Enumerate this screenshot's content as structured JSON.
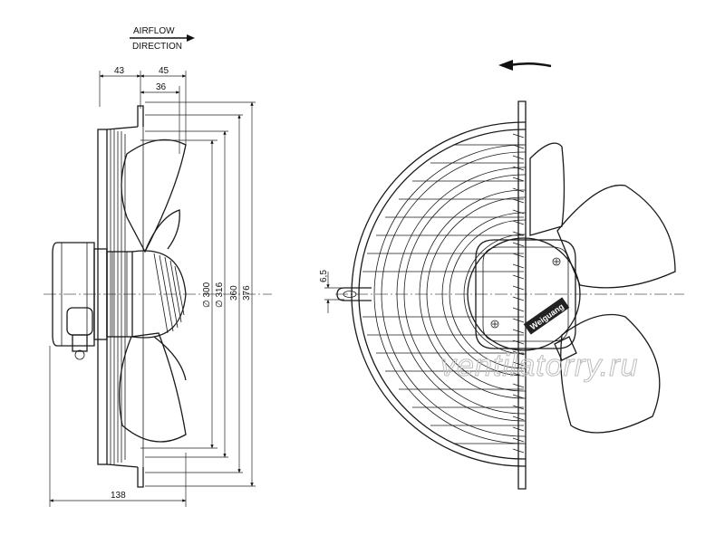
{
  "airflow": {
    "line1": "AIRFLOW",
    "line2": "DIRECTION"
  },
  "dimensions": {
    "top_left": "43",
    "top_right": "45",
    "inner": "36",
    "bottom_depth": "138",
    "small_offset": "6,5",
    "dia_300": "∅ 300",
    "dia_316": "∅ 316",
    "h_360": "360",
    "h_376": "376"
  },
  "brand_plate": "Weiguang",
  "watermark": "ventilatorry.ru",
  "icons": {
    "rotation": "rotation-arrow-icon",
    "airflow": "airflow-arrow-icon"
  }
}
